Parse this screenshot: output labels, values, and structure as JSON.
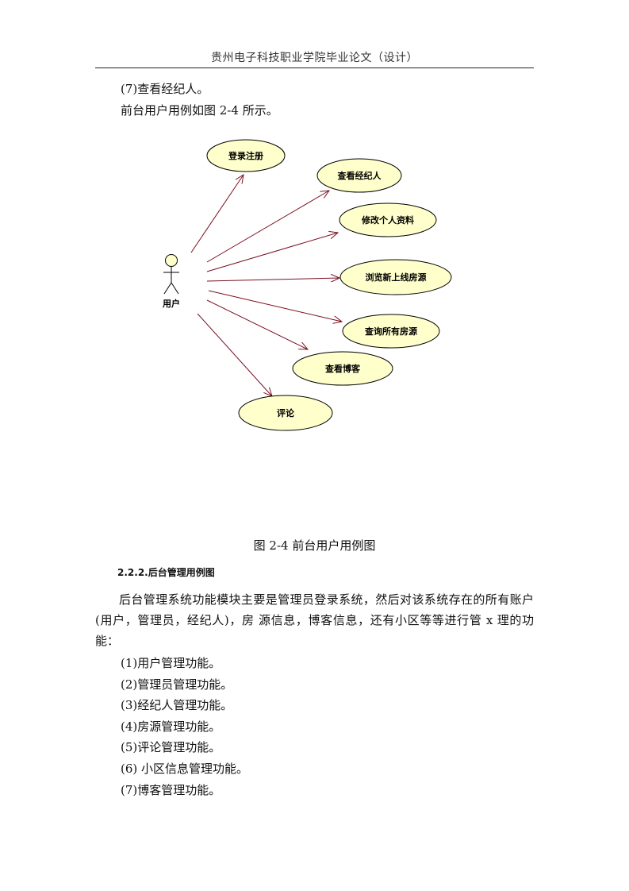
{
  "header": {
    "title": "贵州电子科技职业学院毕业论文（设计）"
  },
  "intro": {
    "item7": "(7)查看经纪人。",
    "figure_ref": "前台用户用例如图 2-4 所示。"
  },
  "diagram": {
    "actor": "用户",
    "use_cases": [
      "登录注册",
      "查看经纪人",
      "修改个人资料",
      "浏览新上线房源",
      "查询所有房源",
      "查看博客",
      "评论"
    ]
  },
  "caption": "图 2-4  前台用户用例图",
  "section": {
    "heading": "2.2.2.后台管理用例图",
    "paragraph": "后台管理系统功能模块主要是管理员登录系统，然后对该系统存在的所有账户(用户，管理员，经纪人)，房  源信息，博客信息，还有小区等等进行管 x 理的功能：",
    "items": [
      "(1)用户管理功能。",
      "(2)管理员管理功能。",
      "(3)经纪人管理功能。",
      "(4)房源管理功能。",
      "(5)评论管理功能。",
      "(6) 小区信息管理功能。",
      "(7)博客管理功能。"
    ]
  }
}
